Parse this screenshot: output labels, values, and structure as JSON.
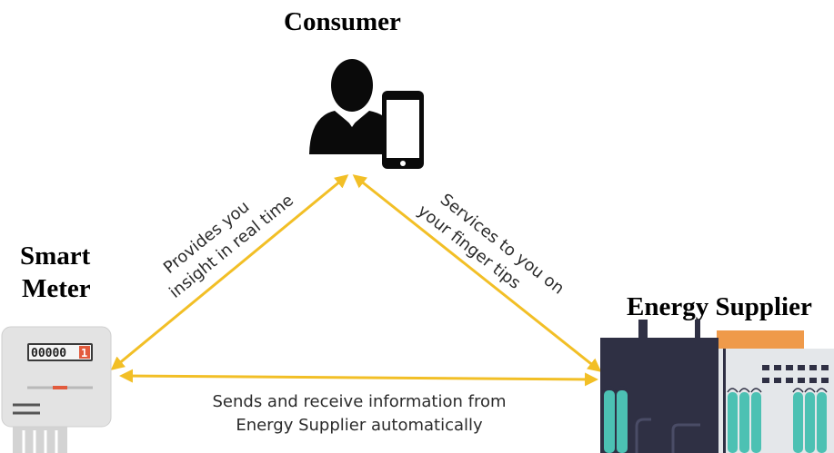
{
  "nodes": {
    "consumer": {
      "title": "Consumer"
    },
    "smart_meter": {
      "title_line1": "Smart",
      "title_line2": "Meter",
      "display": "00000",
      "display_last": "1"
    },
    "energy_supplier": {
      "title": "Energy Supplier"
    }
  },
  "edges": {
    "meter_to_consumer": {
      "line1": "Provides you",
      "line2": "insight in real time"
    },
    "supplier_to_consumer": {
      "line1": "Services to you on",
      "line2": "your finger tips"
    },
    "meter_to_supplier": {
      "line1": "Sends and receive information from",
      "line2": "Energy Supplier automatically"
    }
  },
  "colors": {
    "arrow": "#f2bf26",
    "silhouette": "#0a0a0a",
    "meter_body": "#e3e3e3",
    "factory_dark": "#2f3044",
    "factory_light": "#e4e7ea",
    "factory_accent": "#ef9a4a",
    "tank": "#4cc1b3"
  },
  "icons": [
    "person-icon",
    "smartphone-icon",
    "smart-meter-icon",
    "factory-icon"
  ]
}
